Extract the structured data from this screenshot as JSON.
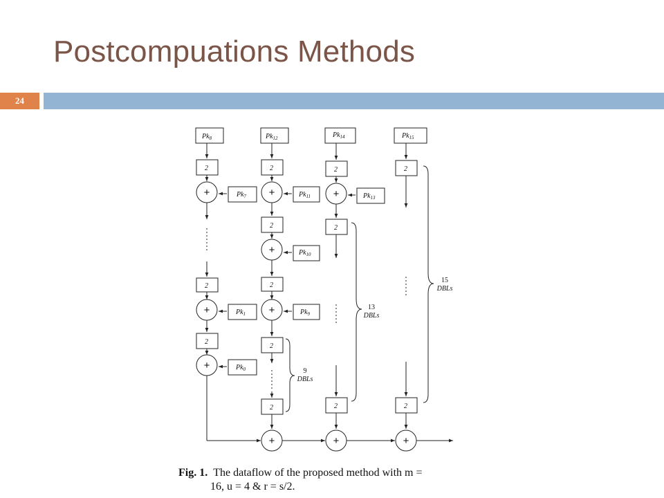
{
  "slide": {
    "title": "Postcompuations Methods",
    "number": "24",
    "colors": {
      "title": "#7a5548",
      "number_box": "#e0834a",
      "bar": "#94b4d4"
    }
  },
  "diagram": {
    "top_inputs": [
      {
        "base": "Pk",
        "sub": "8"
      },
      {
        "base": "Pk",
        "sub": "12"
      },
      {
        "base": "Pk",
        "sub": "14"
      },
      {
        "base": "Pk",
        "sub": "15"
      }
    ],
    "side_inputs": [
      {
        "base": "Pk",
        "sub": "7"
      },
      {
        "base": "Pk",
        "sub": "11"
      },
      {
        "base": "Pk",
        "sub": "13"
      },
      {
        "base": "Pk",
        "sub": "10"
      },
      {
        "base": "Pk",
        "sub": "1"
      },
      {
        "base": "Pk",
        "sub": "9"
      },
      {
        "base": "Pk",
        "sub": "0"
      }
    ],
    "dbl_label": "2",
    "adder_symbol": "+",
    "ellipsis": "⋮",
    "braces": [
      {
        "count": "15",
        "label": "DBLs"
      },
      {
        "count": "13",
        "label": "DBLs"
      },
      {
        "count": "9",
        "label": "DBLs"
      }
    ]
  },
  "caption": {
    "fig_label": "Fig. 1.",
    "line1": "The dataflow of the proposed method with m =",
    "line2": "16, u = 4 & r = s/2."
  }
}
